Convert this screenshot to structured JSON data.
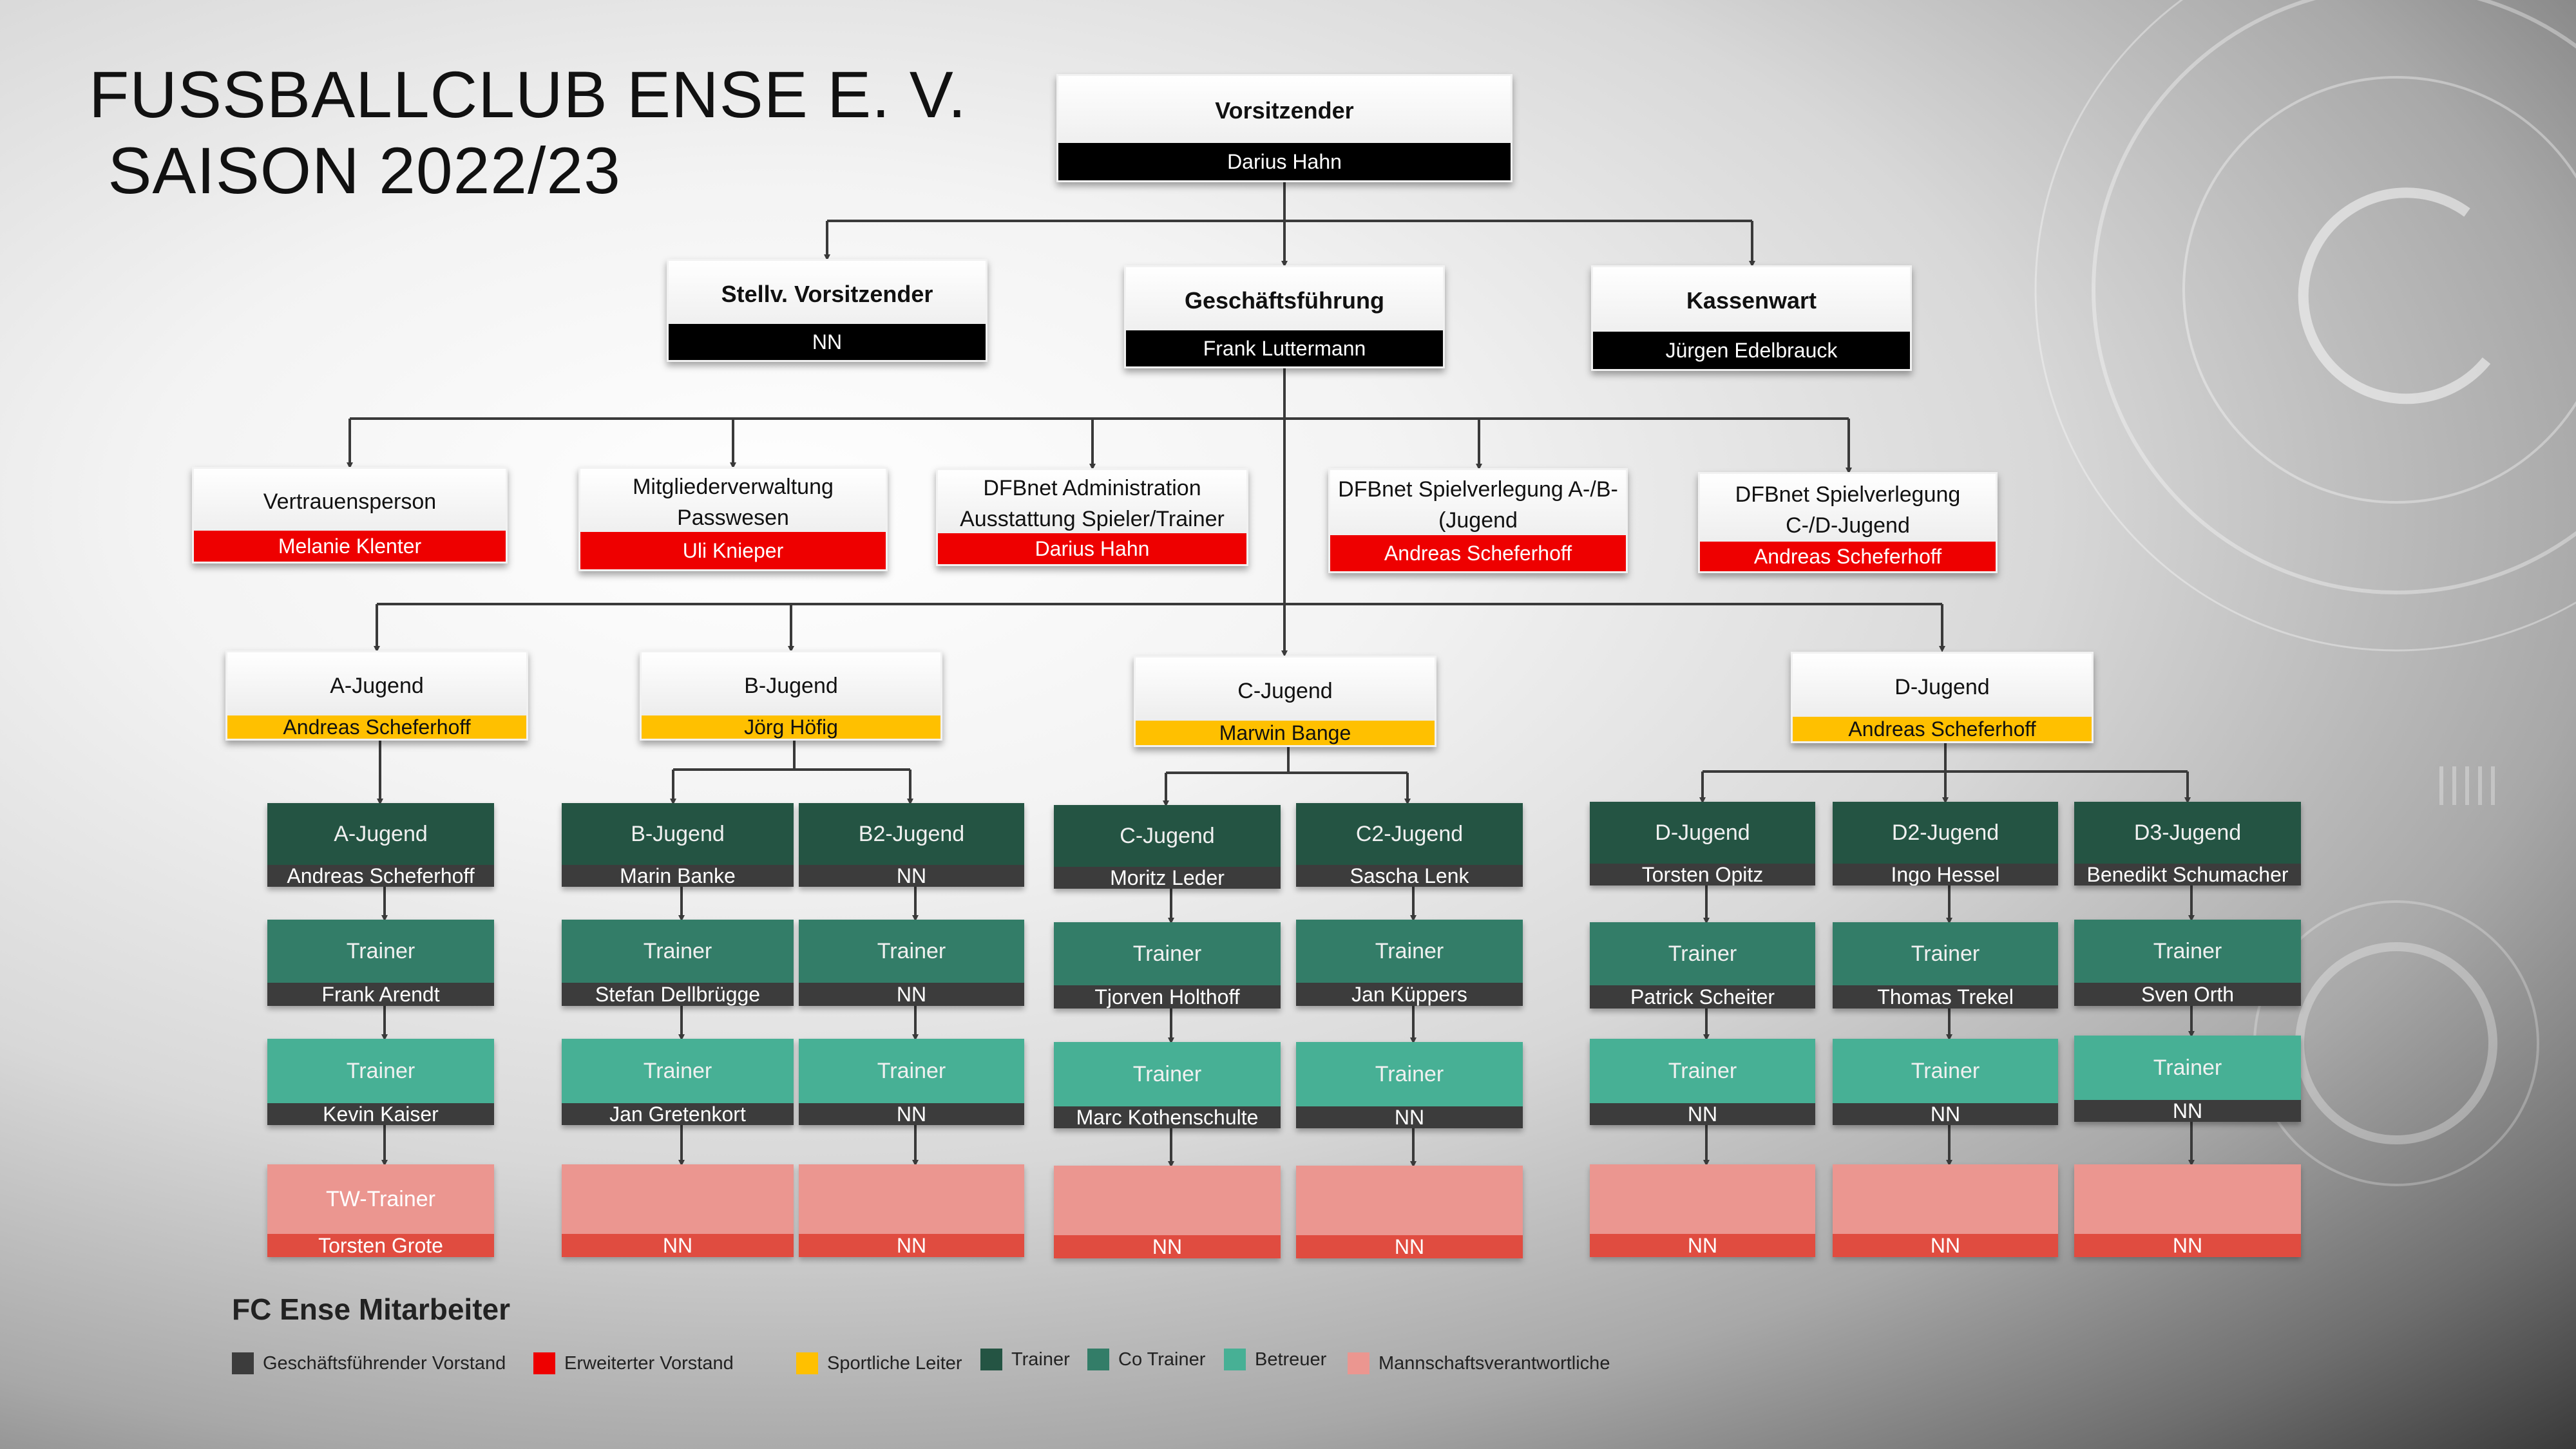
{
  "title": {
    "line1": "FUSSBALLCLUB ENSE E. V.",
    "line2": " SAISON 2022/23"
  },
  "colors": {
    "black": "#000000",
    "red": "#ee0000",
    "yellow": "#ffc000",
    "trainer": "#245443",
    "co_trainer": "#337d68",
    "betreuer": "#47b095",
    "mannschaft": "#eb9690",
    "mannschaft_name": "#e04c40",
    "name_bar": "#3c3c3c"
  },
  "board": {
    "vorsitzender": {
      "role": "Vorsitzender",
      "name": "Darius Hahn"
    },
    "stellv": {
      "role": "Stellv. Vorsitzender",
      "name": "NN"
    },
    "gf": {
      "role": "Geschäftsführung",
      "name": "Frank Luttermann"
    },
    "kasse": {
      "role": "Kassenwart",
      "name": "Jürgen Edelbrauck"
    }
  },
  "extended": {
    "vertrauen": {
      "role": "Vertrauensperson",
      "name": "Melanie Klenter"
    },
    "mitglieder": {
      "role": "Mitgliederverwaltung Passwesen",
      "name": "Uli Knieper"
    },
    "dfbnet_admin": {
      "role": "DFBnet Administration Ausstattung Spieler/Trainer",
      "name": "Darius Hahn"
    },
    "spiel_ab": {
      "role": "DFBnet Spielverlegung A-/B-(Jugend",
      "name": "Andreas Scheferhoff"
    },
    "spiel_cd": {
      "role": "DFBnet Spielverlegung C-/D-Jugend",
      "name": "Andreas Scheferhoff"
    }
  },
  "leaders": {
    "a": {
      "role": "A-Jugend",
      "name": "Andreas Scheferhoff"
    },
    "b": {
      "role": "B-Jugend",
      "name": "Jörg Höfig"
    },
    "c": {
      "role": "C-Jugend",
      "name": "Marwin Bange"
    },
    "d": {
      "role": "D-Jugend",
      "name": "Andreas Scheferhoff"
    }
  },
  "teams": {
    "a1": {
      "team": "A-Jugend",
      "trainer": "Andreas Scheferhoff",
      "co_label": "Trainer",
      "co": "Frank Arendt",
      "bet_label": "Trainer",
      "bet": "Kevin Kaiser",
      "mv_label": "TW-Trainer",
      "mv": "Torsten Grote"
    },
    "b1": {
      "team": "B-Jugend",
      "trainer": "Marin Banke",
      "co_label": "Trainer",
      "co": "Stefan Dellbrügge",
      "bet_label": "Trainer",
      "bet": "Jan Gretenkort",
      "mv_label": "",
      "mv": "NN"
    },
    "b2": {
      "team": "B2-Jugend",
      "trainer": "NN",
      "co_label": "Trainer",
      "co": "NN",
      "bet_label": "Trainer",
      "bet": "NN",
      "mv_label": "",
      "mv": "NN"
    },
    "c1": {
      "team": "C-Jugend",
      "trainer": "Moritz Leder",
      "co_label": "Trainer",
      "co": "Tjorven Holthoff",
      "bet_label": "Trainer",
      "bet": "Marc Kothenschulte",
      "mv_label": "",
      "mv": "NN"
    },
    "c2": {
      "team": "C2-Jugend",
      "trainer": "Sascha Lenk",
      "co_label": "Trainer",
      "co": "Jan Küppers",
      "bet_label": "Trainer",
      "bet": "NN",
      "mv_label": "",
      "mv": "NN"
    },
    "d1": {
      "team": "D-Jugend",
      "trainer": "Torsten Opitz",
      "co_label": "Trainer",
      "co": "Patrick Scheiter",
      "bet_label": "Trainer",
      "bet": "NN",
      "mv_label": "",
      "mv": "NN"
    },
    "d2": {
      "team": "D2-Jugend",
      "trainer": "Ingo Hessel",
      "co_label": "Trainer",
      "co": "Thomas Trekel",
      "bet_label": "Trainer",
      "bet": "NN",
      "mv_label": "",
      "mv": "NN"
    },
    "d3": {
      "team": "D3-Jugend",
      "trainer": "Benedikt Schumacher",
      "co_label": "Trainer",
      "co": "Sven Orth",
      "bet_label": "Trainer",
      "bet": "NN",
      "mv_label": "",
      "mv": "NN"
    }
  },
  "legend": {
    "title": "FC Ense Mitarbeiter",
    "items": [
      {
        "label": "Geschäftsführender Vorstand",
        "color": "#3c3c3c"
      },
      {
        "label": "Erweiterter Vorstand",
        "color": "#ee0000"
      },
      {
        "label": "Sportliche Leiter",
        "color": "#ffc000"
      },
      {
        "label": "Trainer",
        "color": "#245443"
      },
      {
        "label": "Co Trainer",
        "color": "#337d68"
      },
      {
        "label": "Betreuer",
        "color": "#47b095"
      },
      {
        "label": "Mannschaftsverantwortliche",
        "color": "#eb9690"
      }
    ]
  }
}
